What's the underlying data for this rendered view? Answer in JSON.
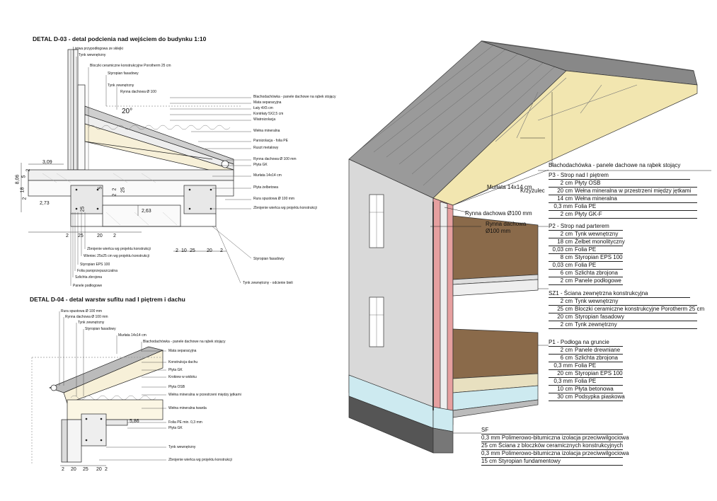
{
  "detail_d03": {
    "title": "DETAL D-03 - detal podcienia nad wejściem do budynku 1:10",
    "callouts": [
      "Listwa przypodłogowa ze sklejki",
      "Tynk wewnętrzny",
      "Bloczki ceramiczne konstrukcyjne Porotherm 25 cm",
      "Styropian fasadowy",
      "Tynk zewnętrzny",
      "Rynna dachowa Ø 100",
      "Blachodachówka - panele dachowe na rąbek stojący",
      "Mata separacyjna",
      "Łaty 4X5 cm",
      "Kontrłaty 5X2,5 cm",
      "Wiatroizolacja",
      "Wełna mineralna",
      "Paroizolacja - folia PE",
      "Ruszt metalowy",
      "Rynna dachowa Ø 100 mm",
      "Płyta GK",
      "Murłata 14x14 cm",
      "Płyta żelbetowa",
      "Rura spustowa Ø 100 mm",
      "Zbrojenie wieńca wg projektu konstrukcji",
      "Zbrojenie wieńca wg projektu konstrukcji",
      "Wieniec 25x25 cm wg projektu konstrukcji",
      "Styropian EPS 100",
      "Folia paroprzepuszczalna",
      "Szlichta zbrojona",
      "Panele podłogowe",
      "Styropian fasadowy",
      "Tynk zewnętrzny - odcienie bieli"
    ],
    "angle": "20°",
    "dims": [
      "3,09",
      "8,06",
      "18",
      "5",
      "2",
      "2,73",
      "2",
      "5",
      "2",
      "2",
      "25",
      "25",
      "2,63",
      "2",
      "25",
      "20",
      "2",
      "2",
      "10",
      "25",
      "20",
      "2"
    ]
  },
  "detail_d04": {
    "title": "DETAL D-04 - detal warstw sufitu nad I piętrem i dachu",
    "callouts": [
      "Rura spustowa Ø 100 mm",
      "Rynna dachowa Ø 100 mm",
      "Tynk zewnętrzny",
      "Styropian fasadowy",
      "Murłata 14x14 cm",
      "Blachodachówka - panele dachowe na rąbek stojący",
      "Mata separacyjna",
      "Konstrukcja dachu",
      "Płyta GK",
      "Krokiew w widoku",
      "Płyta OSB",
      "Wełna mineralna w przestrzeni między jętkami",
      "Wełna mineralna twarda",
      "Folia PE min. 0,3 mm",
      "Płyta GK",
      "Tynk wewnętrzny",
      "Zbrojenie wieńca wg projektu konstrukcji"
    ],
    "dims": [
      "5,86",
      "2",
      "20",
      "25",
      "20",
      "2"
    ]
  },
  "axon": {
    "labels": {
      "roof": "Blachodachówka - panele dachowe na rąbek stojący",
      "krzyzulec": "Krzyżulec",
      "murlata": "Murłata 14x14 cm",
      "rynna1": "Rynna dachowa Ø100 mm",
      "rynna2": "Rynna dachowa\nØ100 mm"
    },
    "legends": [
      {
        "head": "P3 - Strop nad I piętrem",
        "rows": [
          [
            "2 cm",
            "Płyty OSB"
          ],
          [
            "20 cm",
            "Wełna mineralna w przestrzeni między jętkami"
          ],
          [
            "14 cm",
            "Wełna mineralna"
          ],
          [
            "0,3 mm",
            "Folia PE"
          ],
          [
            "2 cm",
            "Płyty GK-F"
          ]
        ]
      },
      {
        "head": "P2 - Strop nad parterem",
        "rows": [
          [
            "2 cm",
            "Tynk wewnętrzny"
          ],
          [
            "18 cm",
            "Żelbet monolityczny"
          ],
          [
            "0,03 cm",
            "Folia PE"
          ],
          [
            "8 cm",
            "Styropian EPS 100"
          ],
          [
            "0,03 cm",
            "Folia PE"
          ],
          [
            "6 cm",
            "Szlichta zbrojona"
          ],
          [
            "2 cm",
            "Panele podłogowe"
          ]
        ]
      },
      {
        "head": "SZ1 - Ściana zewnętrzna konstrukcyjna",
        "rows": [
          [
            "2 cm",
            "Tynk wewnętrzny"
          ],
          [
            "25 cm",
            "Bloczki ceramiczne konstrukcyjne Porotherm 25 cm"
          ],
          [
            "20 cm",
            "Styropian fasadowy"
          ],
          [
            "2 cm",
            "Tynk zewnętrzny"
          ]
        ]
      },
      {
        "head": "P1 - Podłoga na gruncie",
        "rows": [
          [
            "2 cm",
            "Panele drewniane"
          ],
          [
            "6 cm",
            "Szlichta zbrojona"
          ],
          [
            "0,3 mm",
            "Folia PE"
          ],
          [
            "20 cm",
            "Styropian EPS 100"
          ],
          [
            "0,3 mm",
            "Folia PE"
          ],
          [
            "10 cm",
            "Płyta betonowa"
          ],
          [
            "30 cm",
            "Podsypka piaskowa"
          ]
        ]
      },
      {
        "head": "SF",
        "rows": [
          [
            "",
            "0,3 mm Polimerowo-bitumiczna izolacja przeciwwilgociowa"
          ],
          [
            "",
            "25 cm Ściana z bloczków ceramicznych konstrukcyjnych"
          ],
          [
            "",
            "0,3 mm Polimerowo-bitumiczna izolacja przeciwwilgociowa"
          ],
          [
            "",
            "15 cm Styropian fundamentowy"
          ]
        ]
      }
    ]
  },
  "colors": {
    "roof": "#9a9a9a",
    "wall": "#d9d9d9",
    "slab": "#8a6a4a",
    "eps": "#cdeaf0",
    "insul": "#f2e6b0",
    "brick": "#e6a0a0"
  }
}
